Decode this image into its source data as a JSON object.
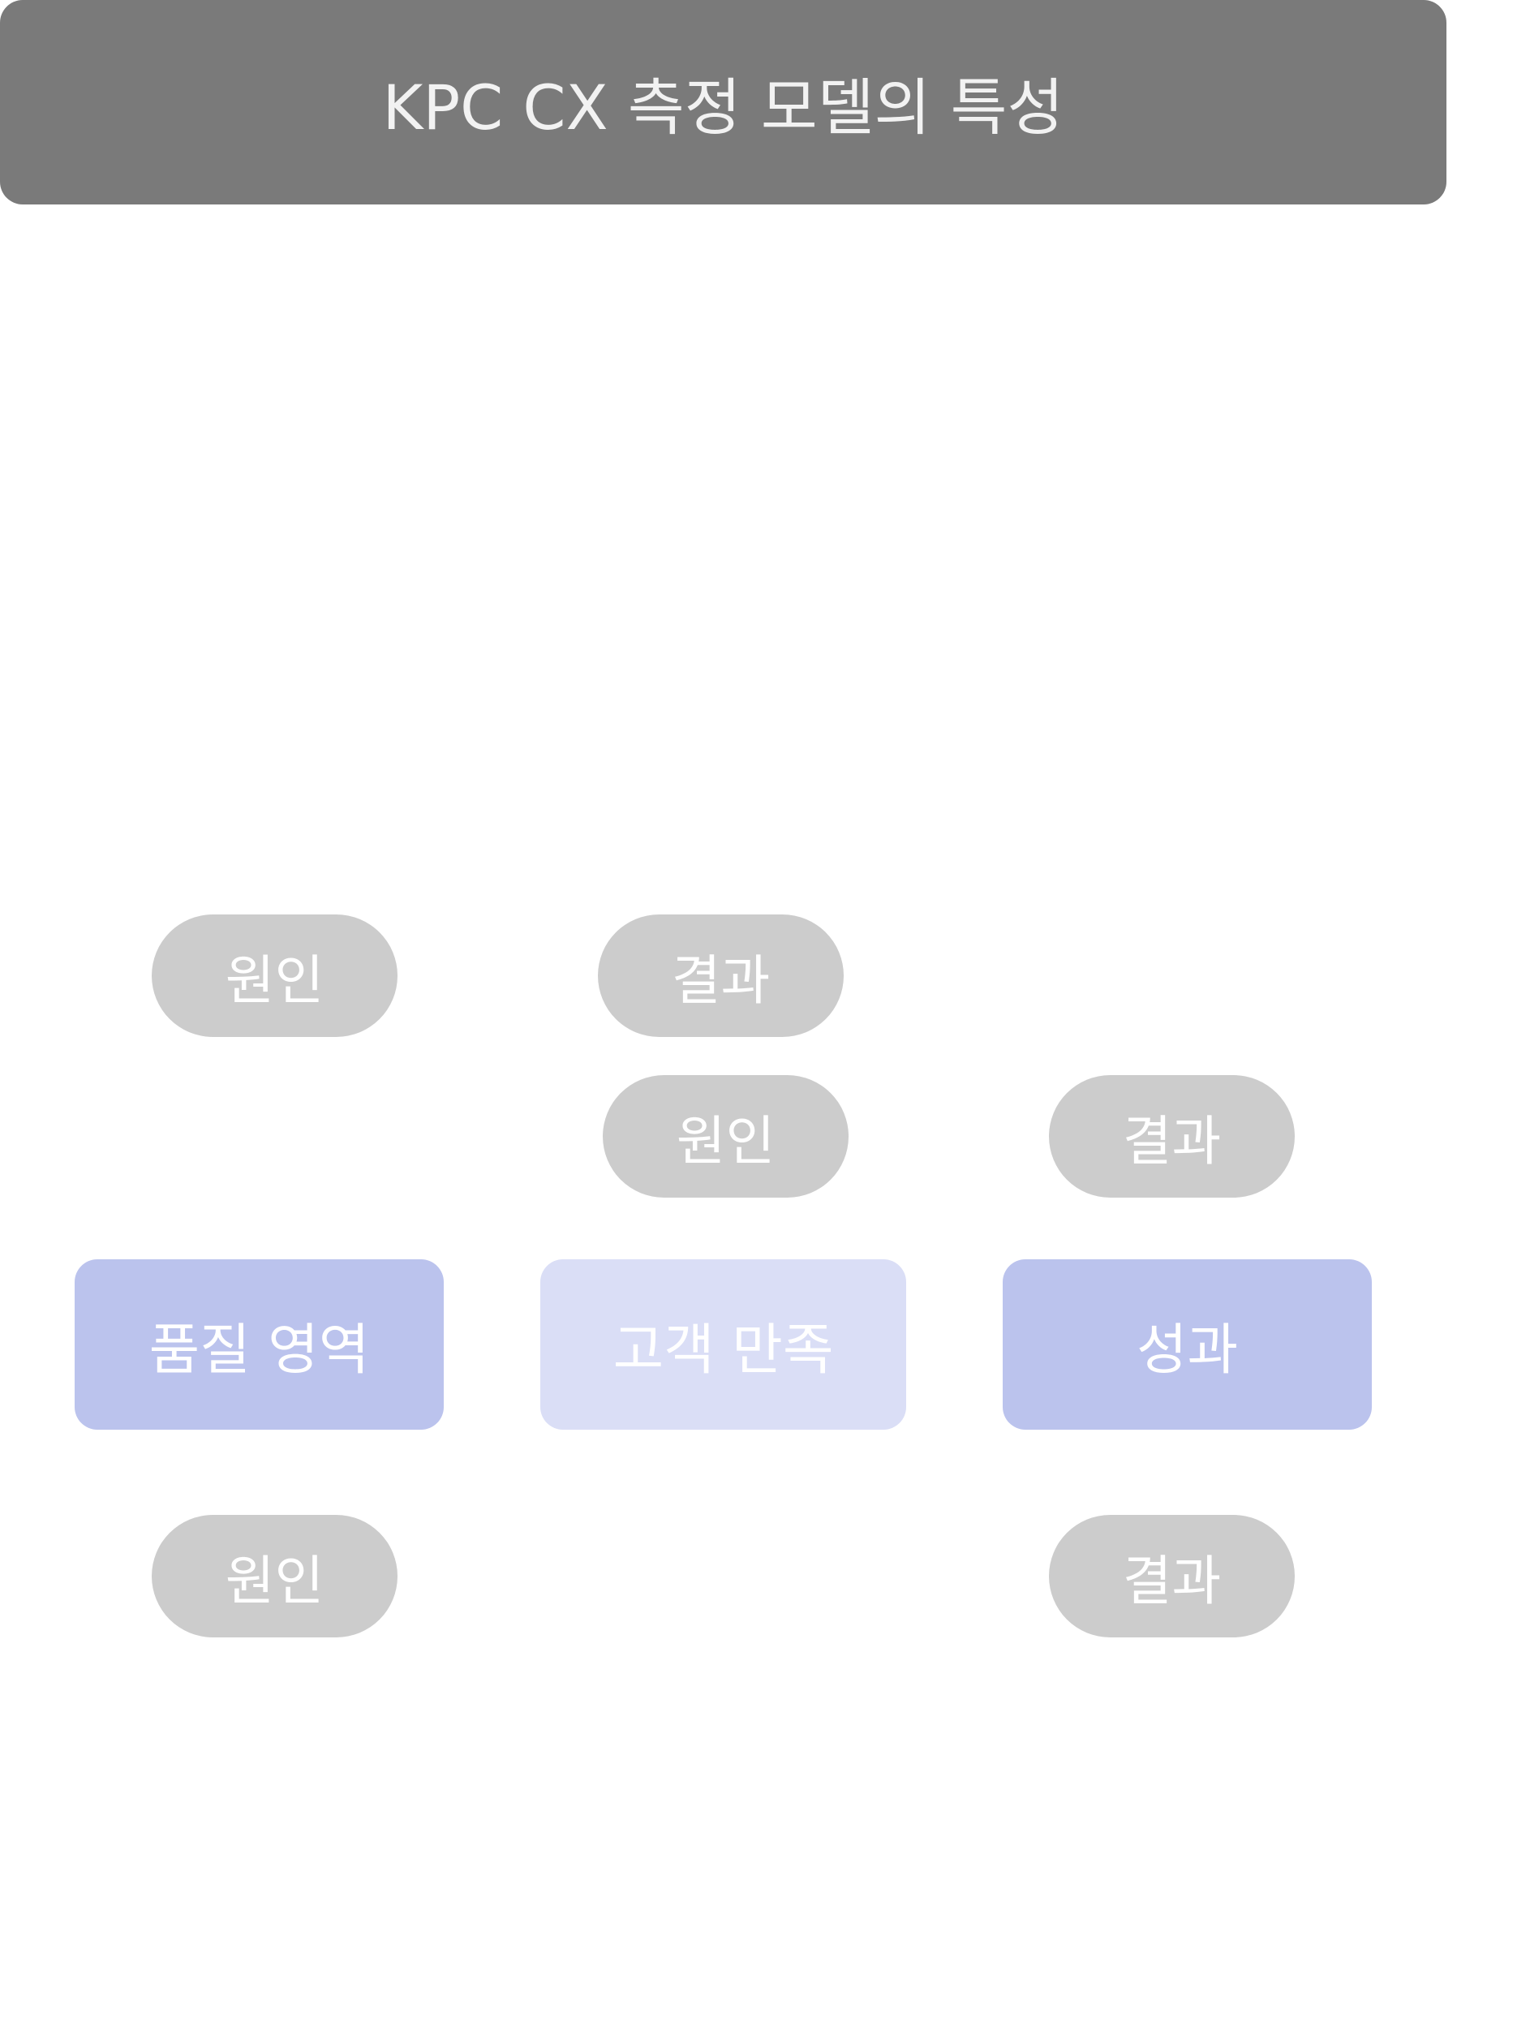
{
  "title": "KPC CX 측정 모델의 특성",
  "pills": {
    "cause_top_left": "원인",
    "result_top_mid": "결과",
    "cause_mid": "원인",
    "result_mid_right": "결과",
    "cause_bottom_left": "원인",
    "result_bottom_right": "결과"
  },
  "boxes": {
    "quality": {
      "label": "품질 영역",
      "color": "#bbc3ed"
    },
    "satisfaction": {
      "label": "고객 만족",
      "color": "#dadef6"
    },
    "performance": {
      "label": "성과",
      "color": "#bbc3ed"
    }
  }
}
